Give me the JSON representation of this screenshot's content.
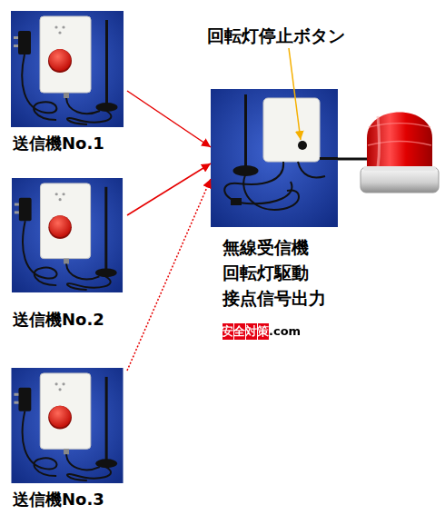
{
  "diagram": {
    "nodes": [
      {
        "text": [
          "送信機No.1"
        ]
      },
      {
        "text": [
          "送信機No.2"
        ]
      },
      {
        "text": [
          "送信機No.3"
        ]
      },
      {
        "text": [
          "無線受信機",
          "回転灯駆動 接点信号出力"
        ]
      }
    ],
    "edges": [
      {
        "from": 0,
        "to": 3,
        "arrow": "to"
      },
      {
        "from": 1,
        "to": 3,
        "arrow": "to"
      },
      {
        "from": 2,
        "to": 3,
        "arrow": "to"
      }
    ],
    "labels": [
      "回転灯停止ボタン",
      "安全対策.com"
    ]
  }
}
